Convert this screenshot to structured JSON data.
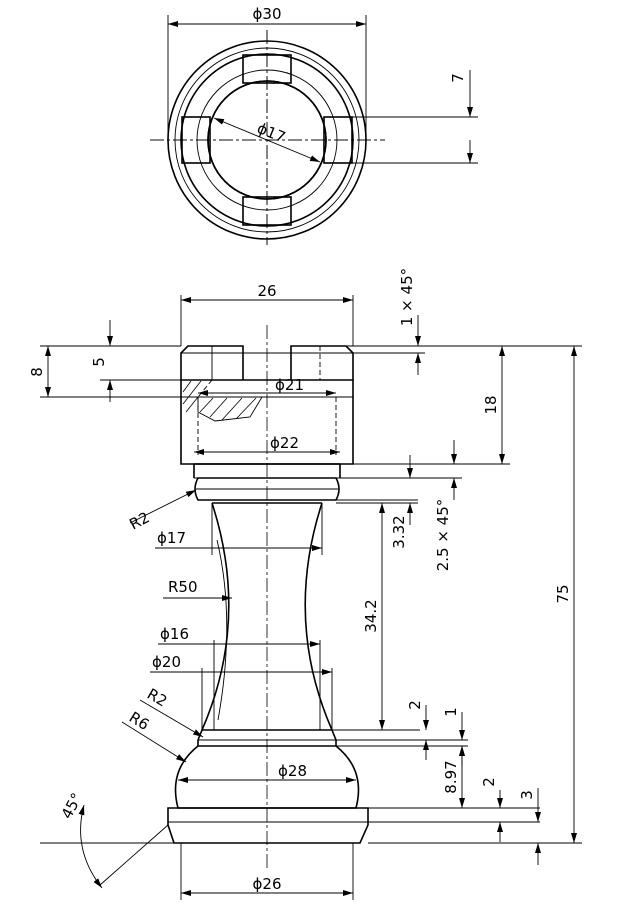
{
  "dimensions": {
    "top_outer_diameter": "ϕ30",
    "top_inner_diameter": "ϕ17",
    "top_slot_width": "7",
    "crown_width": "26",
    "chamfer_top": "1 × 45°",
    "slot_depth_8": "8",
    "slot_depth_5": "5",
    "bore_21": "ϕ21",
    "body_22": "ϕ22",
    "head_height": "18",
    "radius_r2_upper": "R2",
    "neck_17": "ϕ17",
    "neck_height": "3.32",
    "chamfer_mid": "2.5 × 45°",
    "stem_radius": "R50",
    "stem_height": "34.2",
    "total_height": "75",
    "stem_16": "ϕ16",
    "stem_20": "ϕ20",
    "radius_r2_lower": "R2",
    "radius_r6": "R6",
    "dim_2_a": "2",
    "dim_1": "1",
    "base_28": "ϕ28",
    "base_height": "8.97",
    "dim_2_b": "2",
    "dim_3": "3",
    "angle_45": "45°",
    "foot_26": "ϕ26"
  }
}
